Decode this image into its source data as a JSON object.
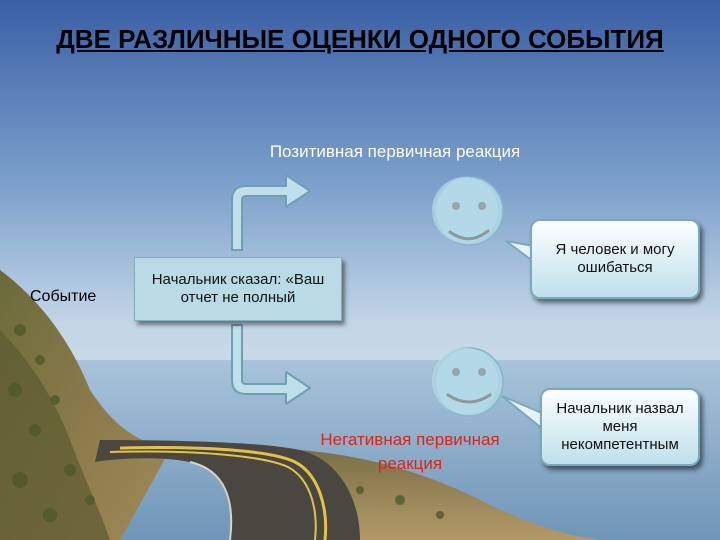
{
  "title": "ДВЕ РАЗЛИЧНЫЕ ОЦЕНКИ ОДНОГО СОБЫТИЯ",
  "event_label": "Событие",
  "message_box": "Начальник сказал: «Ваш отчет не полный",
  "positive_reaction": "Позитивная первичная реакция",
  "negative_reaction": "Негативная первичная реакция",
  "positive_thought": "Я человек и могу ошибаться",
  "negative_thought": "Начальник назвал меня некомпетентным",
  "colors": {
    "sky_top": "#3d62a8",
    "sky_bottom": "#d9e6ef",
    "arrow_fill": "#b7dce8",
    "smiley_fill": "#a9d2e3",
    "negative_text": "#d8261a"
  }
}
